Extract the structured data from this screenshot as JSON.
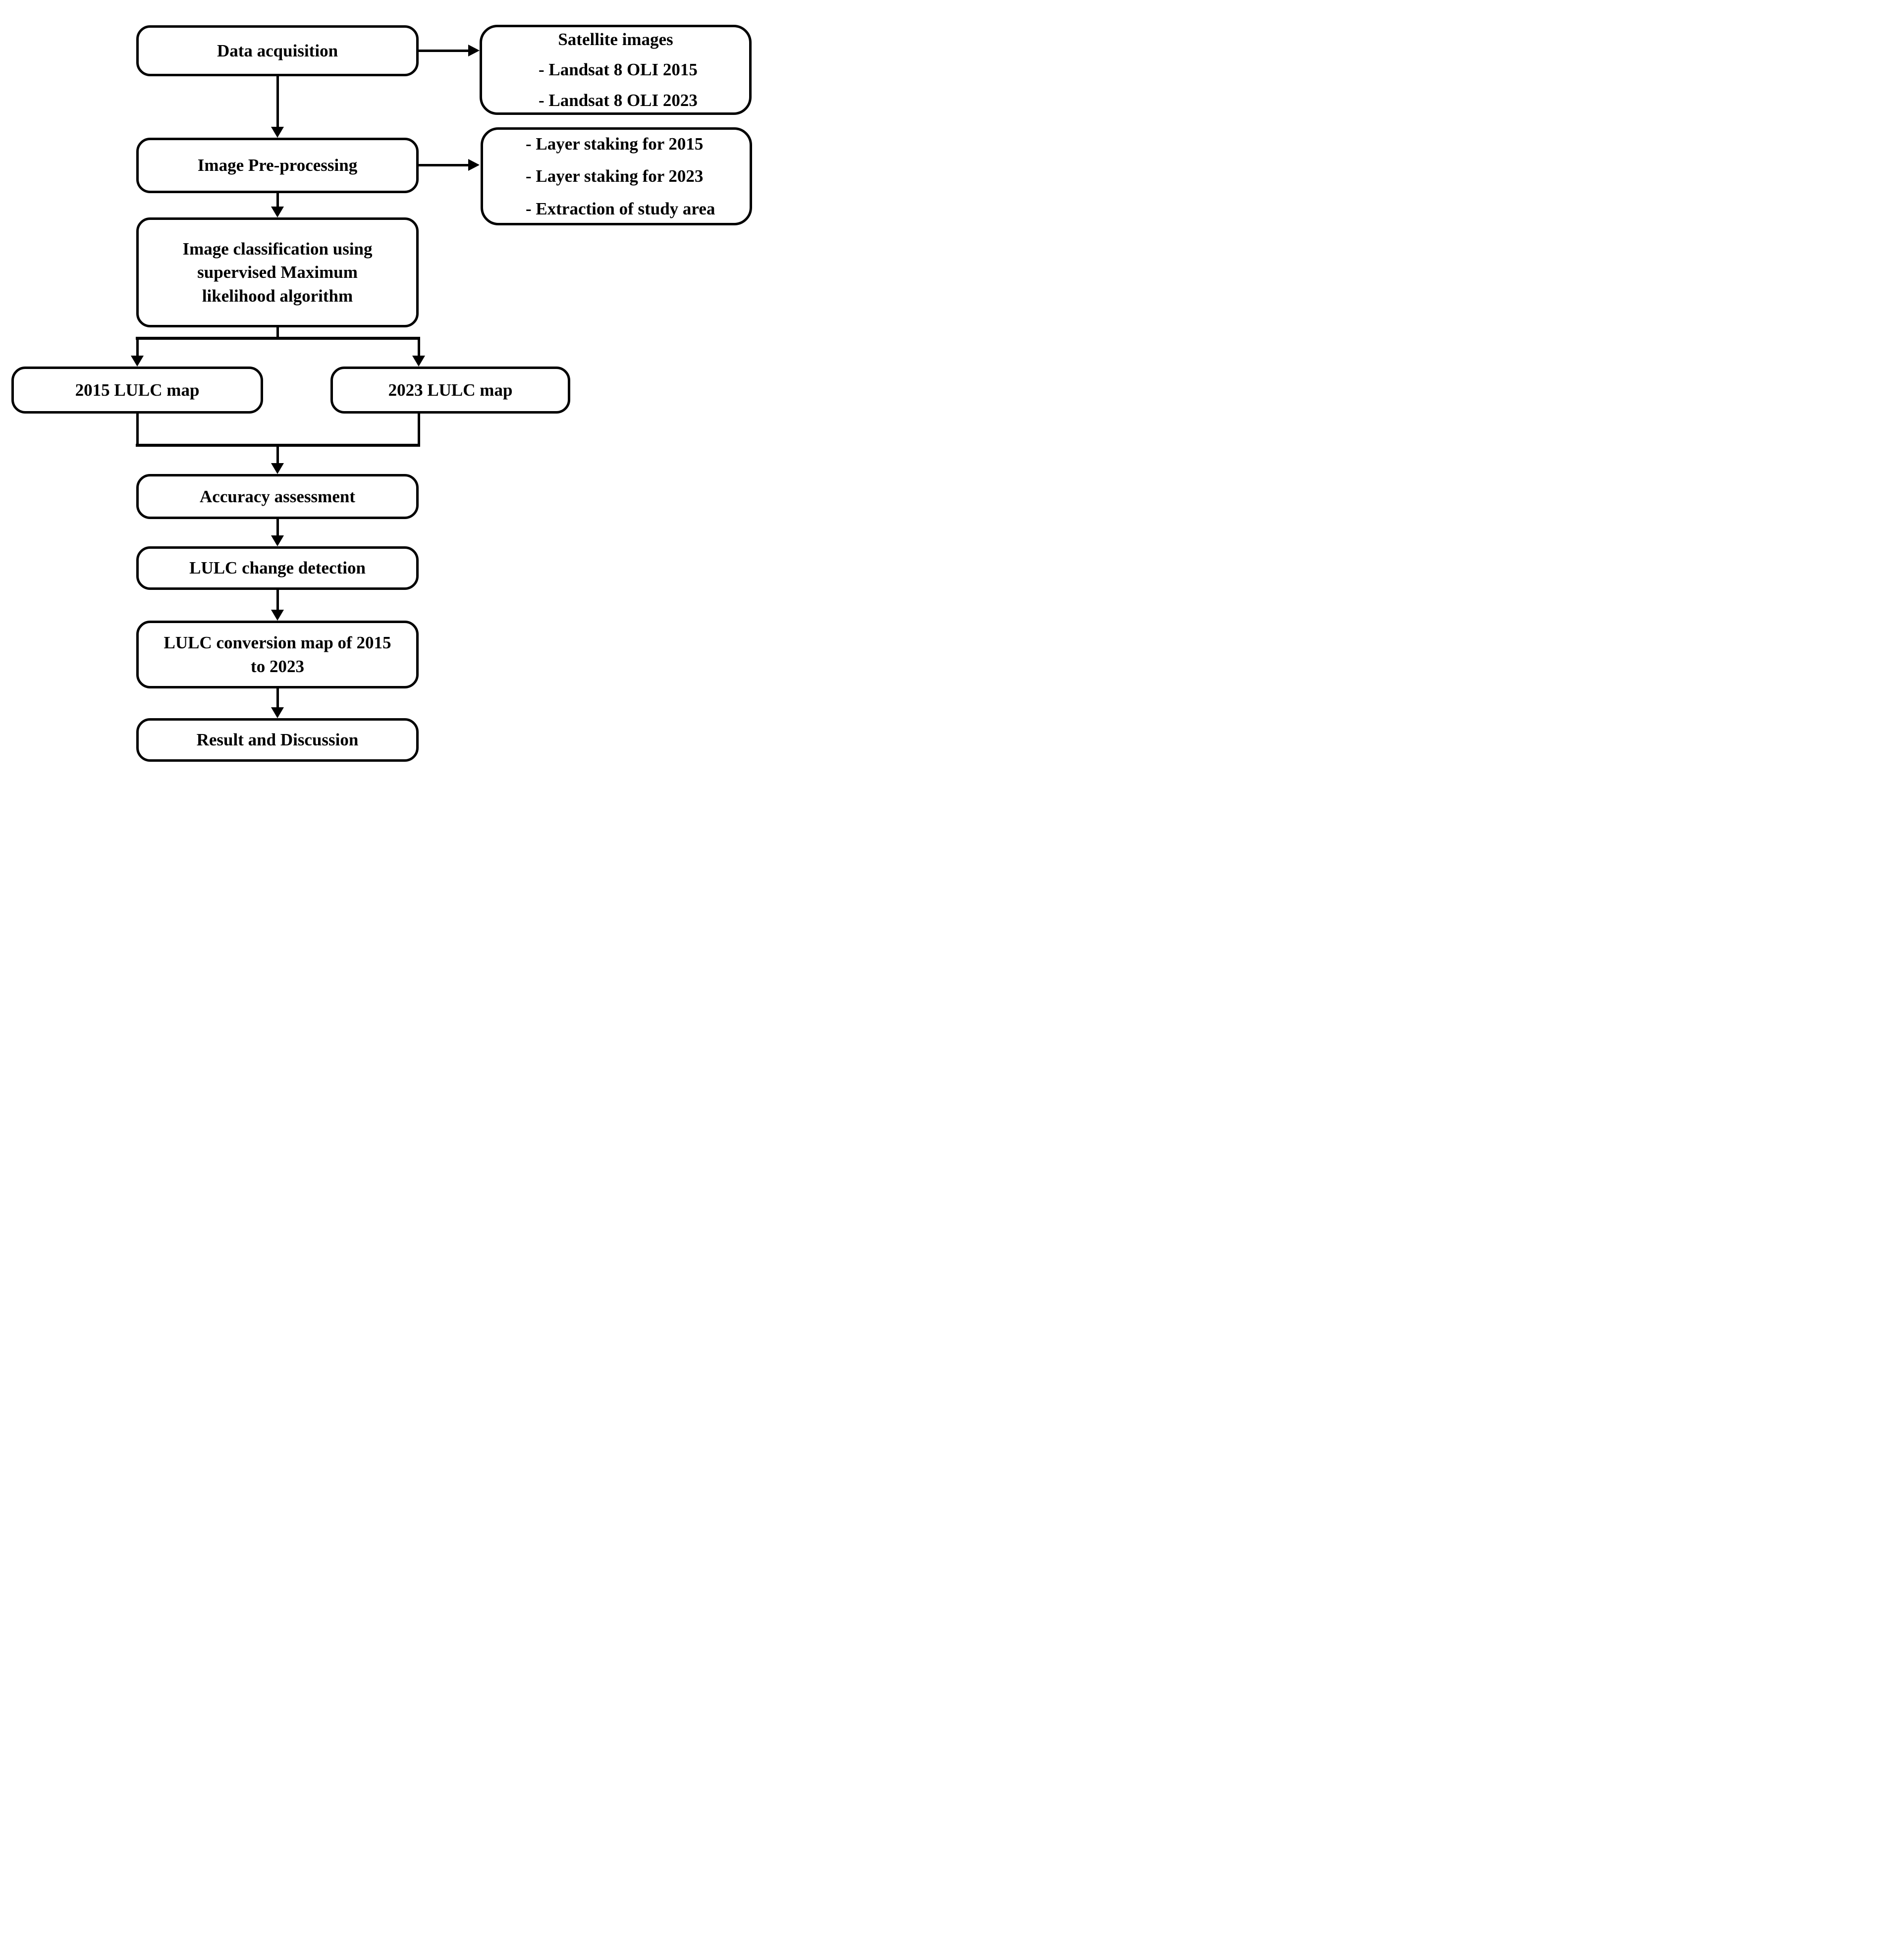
{
  "flowchart": {
    "nodes": {
      "data_acquisition": {
        "label": "Data acquisition"
      },
      "satellite_images": {
        "title": "Satellite images",
        "items": [
          "- Landsat 8 OLI 2015",
          "- Landsat 8 OLI 2023"
        ]
      },
      "image_preprocessing": {
        "label": "Image Pre-processing"
      },
      "preprocessing_steps": {
        "items": [
          "- Layer staking for 2015",
          "- Layer staking for 2023",
          "- Extraction of study area"
        ]
      },
      "image_classification": {
        "lines": [
          "Image classification using",
          "supervised Maximum",
          "likelihood algorithm"
        ]
      },
      "lulc_map_2015": {
        "label": "2015 LULC map"
      },
      "lulc_map_2023": {
        "label": "2023 LULC map"
      },
      "accuracy_assessment": {
        "label": "Accuracy assessment"
      },
      "lulc_change_detection": {
        "label": "LULC change detection"
      },
      "lulc_conversion_map": {
        "lines": [
          "LULC conversion map of 2015",
          "to 2023"
        ]
      },
      "result_discussion": {
        "label": "Result and Discussion"
      }
    },
    "colors": {
      "stroke": "#000000",
      "fill": "#ffffff",
      "text": "#000000",
      "background": "#ffffff"
    }
  }
}
